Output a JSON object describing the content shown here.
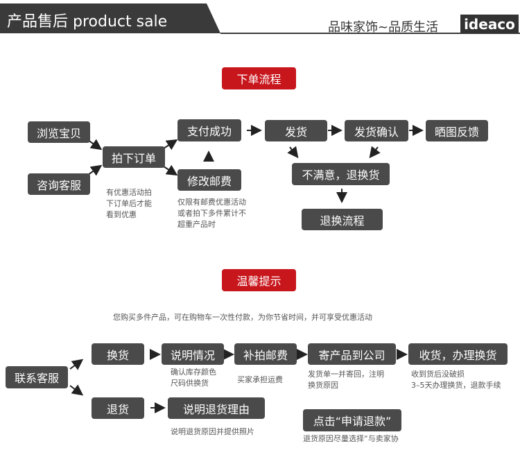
{
  "header": {
    "title": "产品售后 product sale",
    "slogan": "品味家饰~品质生活",
    "logo": "ideaco"
  },
  "section1": {
    "title": "下单流程",
    "nodes": {
      "browse": "浏览宝贝",
      "consult": "咨询客服",
      "order": "拍下订单",
      "pay": "支付成功",
      "modify_postage": "修改邮费",
      "ship": "发货",
      "confirm_ship": "发货确认",
      "review": "晒图反馈",
      "unsatisfied": "不满意，退换货",
      "return_flow": "退换流程"
    },
    "notes": {
      "order_note": [
        "有优惠活动拍",
        "下订单后才能",
        "看到优惠"
      ],
      "postage_note": [
        "仅限有邮费优惠活动",
        "或者拍下多件累计不",
        "超重产品时"
      ]
    }
  },
  "section2": {
    "title": "温馨提示",
    "tip": "您购买多件产品，可在购物车一次性付款，为你节省时间，并可享受优惠活动",
    "nodes": {
      "contact": "联系客服",
      "exchange": "换货",
      "explain": "说明情况",
      "repostage": "补拍邮费",
      "send_back": "寄产品到公司",
      "receive": "收货，办理换货",
      "refund": "退货",
      "explain_reason": "说明退货理由",
      "apply_refund": "点击“申请退款”"
    },
    "notes": {
      "explain_note": [
        "确认库存颜色",
        "尺码供换货"
      ],
      "repostage_note": "买家承担运费",
      "send_back_note": [
        "发货单一并寄回，注明",
        "换货原因"
      ],
      "receive_note": [
        "收到货后没破损",
        "3–5天办理换货，退款手续"
      ],
      "reason_note": "说明退货原因并提供照片",
      "refund_note": "退货原因尽量选择“与卖家协"
    }
  }
}
